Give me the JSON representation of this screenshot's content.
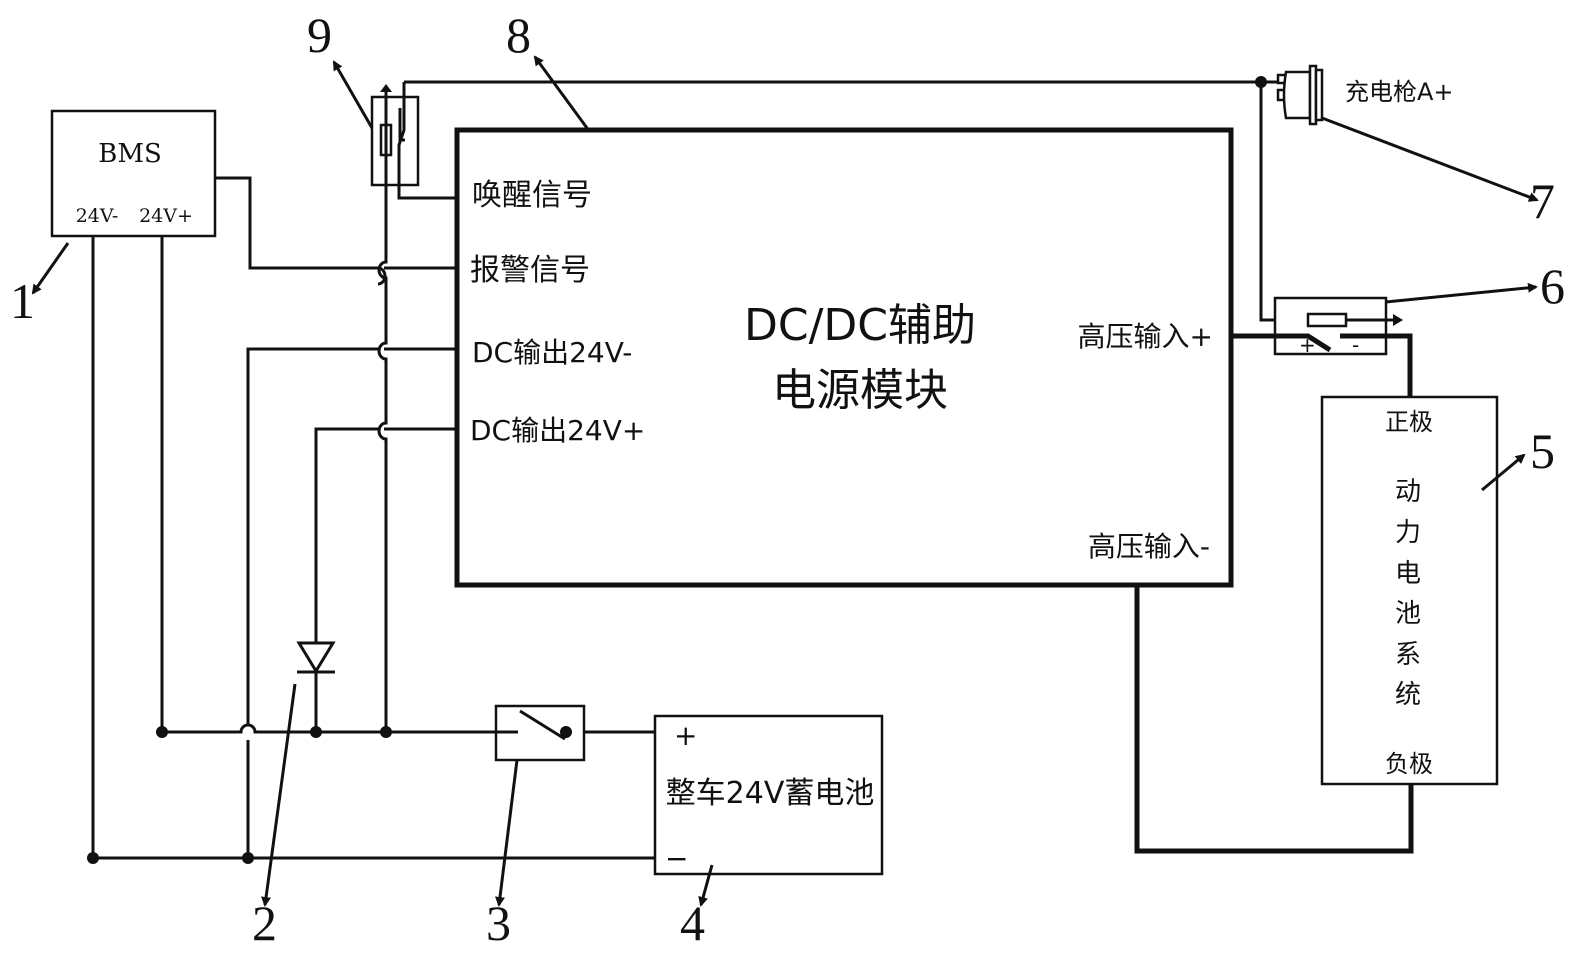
{
  "diagram": {
    "bms": {
      "title": "BMS",
      "port_neg": "24V-",
      "port_pos": "24V+"
    },
    "dcdc": {
      "title_line1": "DC/DC辅助",
      "title_line2": "电源模块",
      "ports_left": [
        "唤醒信号",
        "报警信号",
        "DC输出24V-",
        "DC输出24V+"
      ],
      "port_hv_pos": "高压输入+",
      "port_hv_neg": "高压输入-"
    },
    "charging_gun": {
      "label": "充电枪A+"
    },
    "power_battery": {
      "pos": "正极",
      "title_chars": [
        "动",
        "力",
        "电",
        "池",
        "系",
        "统"
      ],
      "neg": "负极"
    },
    "vehicle_battery": {
      "title": "整车24V蓄电池",
      "plus": "+",
      "minus": "−"
    },
    "relay6": {
      "plus": "+",
      "minus": "-"
    },
    "callouts": [
      "1",
      "2",
      "3",
      "4",
      "5",
      "6",
      "7",
      "8",
      "9"
    ]
  }
}
